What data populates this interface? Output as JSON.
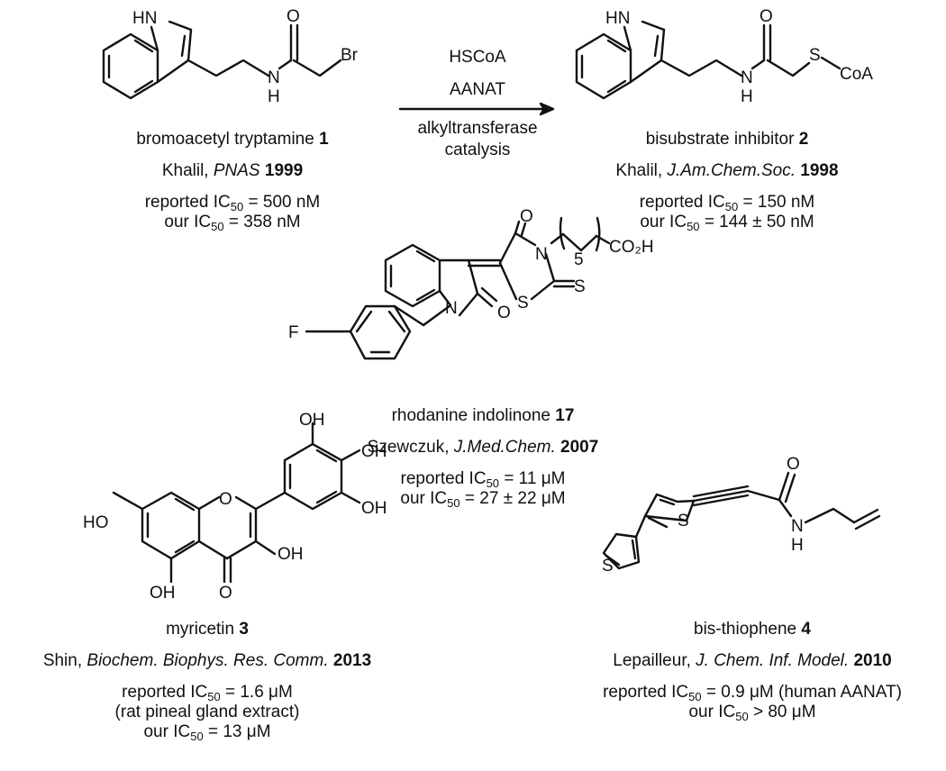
{
  "reaction": {
    "reagent_1": "HSCoA",
    "reagent_2": "AANAT",
    "condition_line1": "alkyltransferase",
    "condition_line2": "catalysis"
  },
  "compounds": {
    "c1": {
      "name": "bromoacetyl tryptamine",
      "number": "1",
      "author": "Khalil,",
      "journal": "PNAS",
      "year": "1999",
      "reported_prefix": "reported IC",
      "reported_value": "= 500 nM",
      "our_prefix": "our IC",
      "our_value": "= 358 nM",
      "atoms": {
        "nh": "HN",
        "o": "O",
        "n": "N",
        "h": "H",
        "br": "Br"
      }
    },
    "c2": {
      "name": "bisubstrate inhibitor",
      "number": "2",
      "author": "Khalil,",
      "journal": "J.Am.Chem.Soc.",
      "year": "1998",
      "reported_prefix": "reported IC",
      "reported_value": "= 150 nM",
      "our_prefix": "our IC",
      "our_value": "= 144 ± 50 nM",
      "atoms": {
        "nh": "HN",
        "o": "O",
        "n": "N",
        "h": "H",
        "s": "S",
        "coa": "CoA"
      }
    },
    "c17": {
      "name": "rhodanine indolinone",
      "number": "17",
      "author": "Szewczuk,",
      "journal": "J.Med.Chem.",
      "year": "2007",
      "reported_prefix": "reported IC",
      "reported_value": "= 11 μM",
      "our_prefix": "our IC",
      "our_value": "= 27 ± 22 μM",
      "atoms": {
        "f": "F",
        "n_ind": "N",
        "o_ind": "O",
        "o_rh": "O",
        "n_rh": "N",
        "s_ring": "S",
        "s_exo": "S",
        "five": "5",
        "co2h": "CO₂H"
      }
    },
    "c3": {
      "name": "myricetin",
      "number": "3",
      "author": "Shin,",
      "journal": "Biochem. Biophys. Res. Comm.",
      "year": "2013",
      "reported_prefix": "reported IC",
      "reported_value": "= 1.6 μM",
      "note": "(rat pineal gland extract)",
      "our_prefix": "our IC",
      "our_value": "= 13 μM",
      "atoms": {
        "oh1": "OH",
        "oh2": "OH",
        "oh3": "OH",
        "ho": "HO",
        "o_ring": "O",
        "oh_c3": "OH",
        "oh_c5": "OH",
        "o_keto": "O"
      }
    },
    "c4": {
      "name": "bis-thiophene",
      "number": "4",
      "author": "Lepailleur,",
      "journal": "J. Chem. Inf. Model.",
      "year": "2010",
      "reported_prefix": "reported IC",
      "reported_value": "= 0.9 μM (human AANAT)",
      "our_prefix": "our IC",
      "our_value": "> 80 μM",
      "atoms": {
        "s1": "S",
        "s2": "S",
        "o": "O",
        "n": "N",
        "h": "H"
      }
    }
  },
  "subscript": "50"
}
